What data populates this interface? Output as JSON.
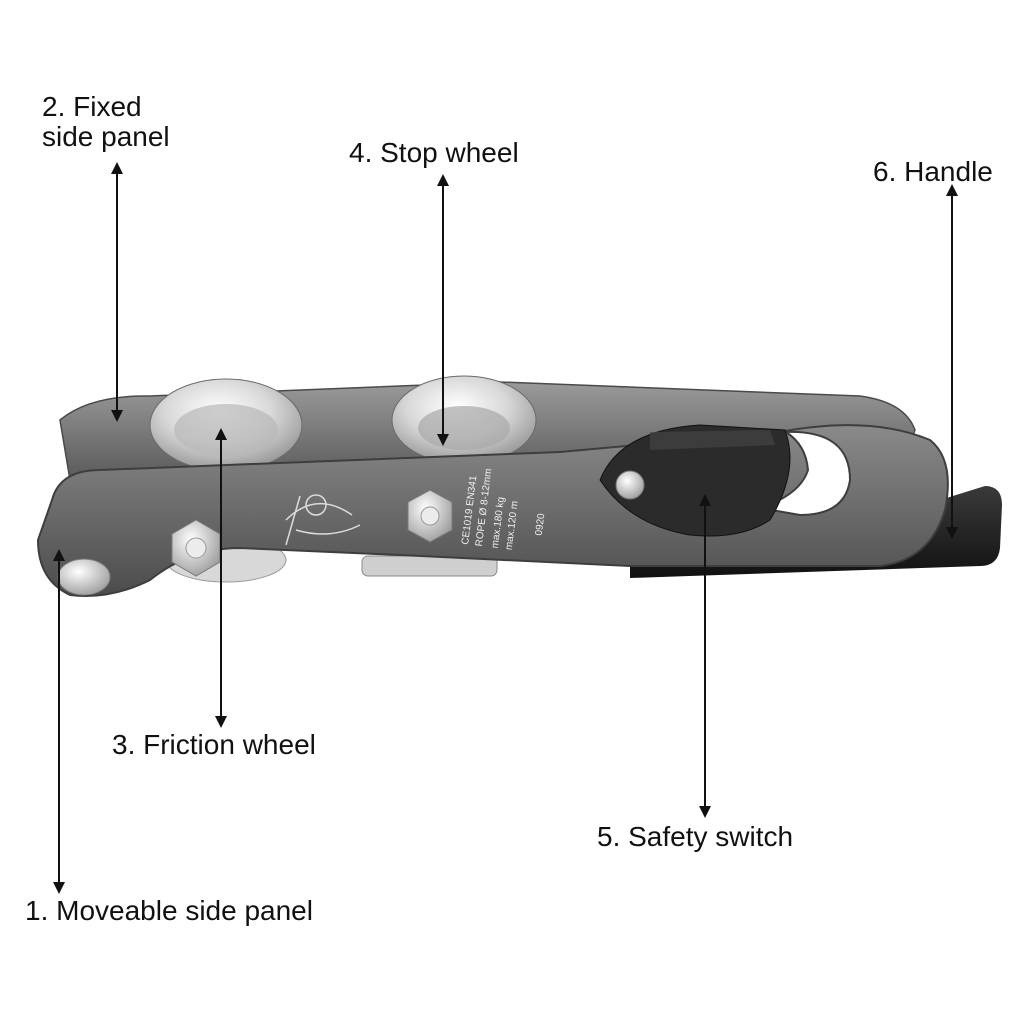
{
  "labels": {
    "moveable_side_panel": "1. Moveable side panel",
    "fixed_side_panel": [
      "2. Fixed",
      "side panel"
    ],
    "friction_wheel": "3. Friction wheel",
    "stop_wheel": "4. Stop wheel",
    "safety_switch": "5. Safety switch",
    "handle": "6. Handle"
  },
  "engraving": {
    "line1": "CE1019 EN341",
    "line2": "ROPE Ø 8-12mm",
    "line3": "max.180 kg",
    "line4": "max.120 m",
    "serial": "0920"
  }
}
